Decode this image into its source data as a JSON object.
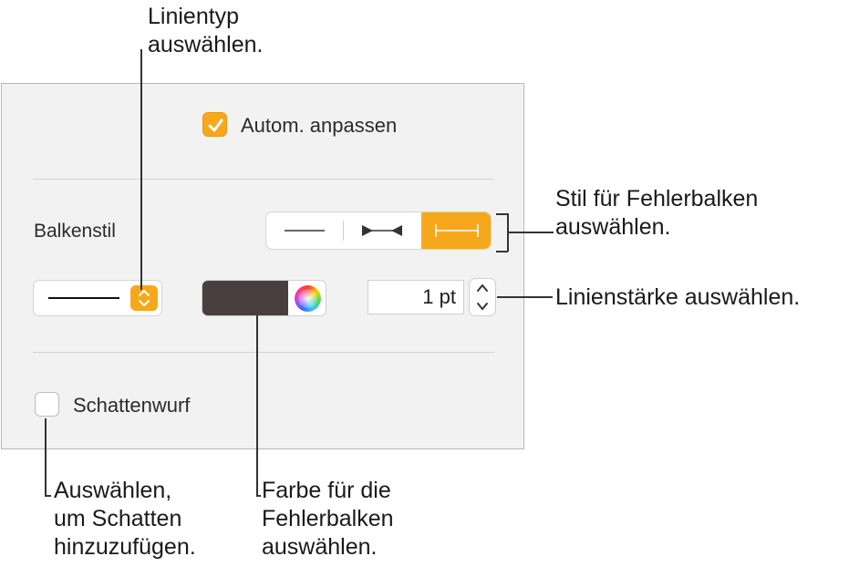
{
  "panel": {
    "autofit": {
      "label": "Autom. anpassen",
      "checked": true
    },
    "bar_style": {
      "label": "Balkenstil",
      "options": [
        "plain-line-icon",
        "arrow-ends-icon",
        "bracket-ends-icon"
      ],
      "selected_index": 2
    },
    "line_type": {
      "popup_icon": "solid-line-icon"
    },
    "color": {
      "swatch": "#4a3f3f"
    },
    "stroke": {
      "value": "1 pt"
    },
    "shadow": {
      "label": "Schattenwurf",
      "checked": false
    }
  },
  "callouts": {
    "line_type": [
      "Linientyp",
      "auswählen."
    ],
    "error_bar_style": [
      "Stil für Fehlerbalken",
      "auswählen."
    ],
    "line_width": [
      "Linienstärke auswählen."
    ],
    "shadow": [
      "Auswählen,",
      "um Schatten",
      "hinzuzufügen."
    ],
    "color": [
      "Farbe für die",
      "Fehlerbalken",
      "auswählen."
    ]
  },
  "colors": {
    "accent": "#f6a81c",
    "panel_bg": "#f2f2f2"
  }
}
